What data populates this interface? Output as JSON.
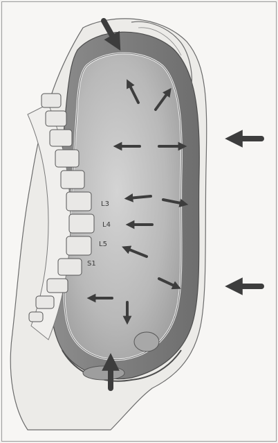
{
  "illustration": {
    "subject": "",
    "vertebra_labels": [
      "L3",
      "L4",
      "L5",
      "S1"
    ]
  },
  "colors": {
    "arrow": "#3d3d3d",
    "cavity_fill": "#bdbdbd",
    "wall_fill": "#7d7d7d",
    "spine_fill": "#e9e8e6",
    "background": "#f7f6f4"
  }
}
